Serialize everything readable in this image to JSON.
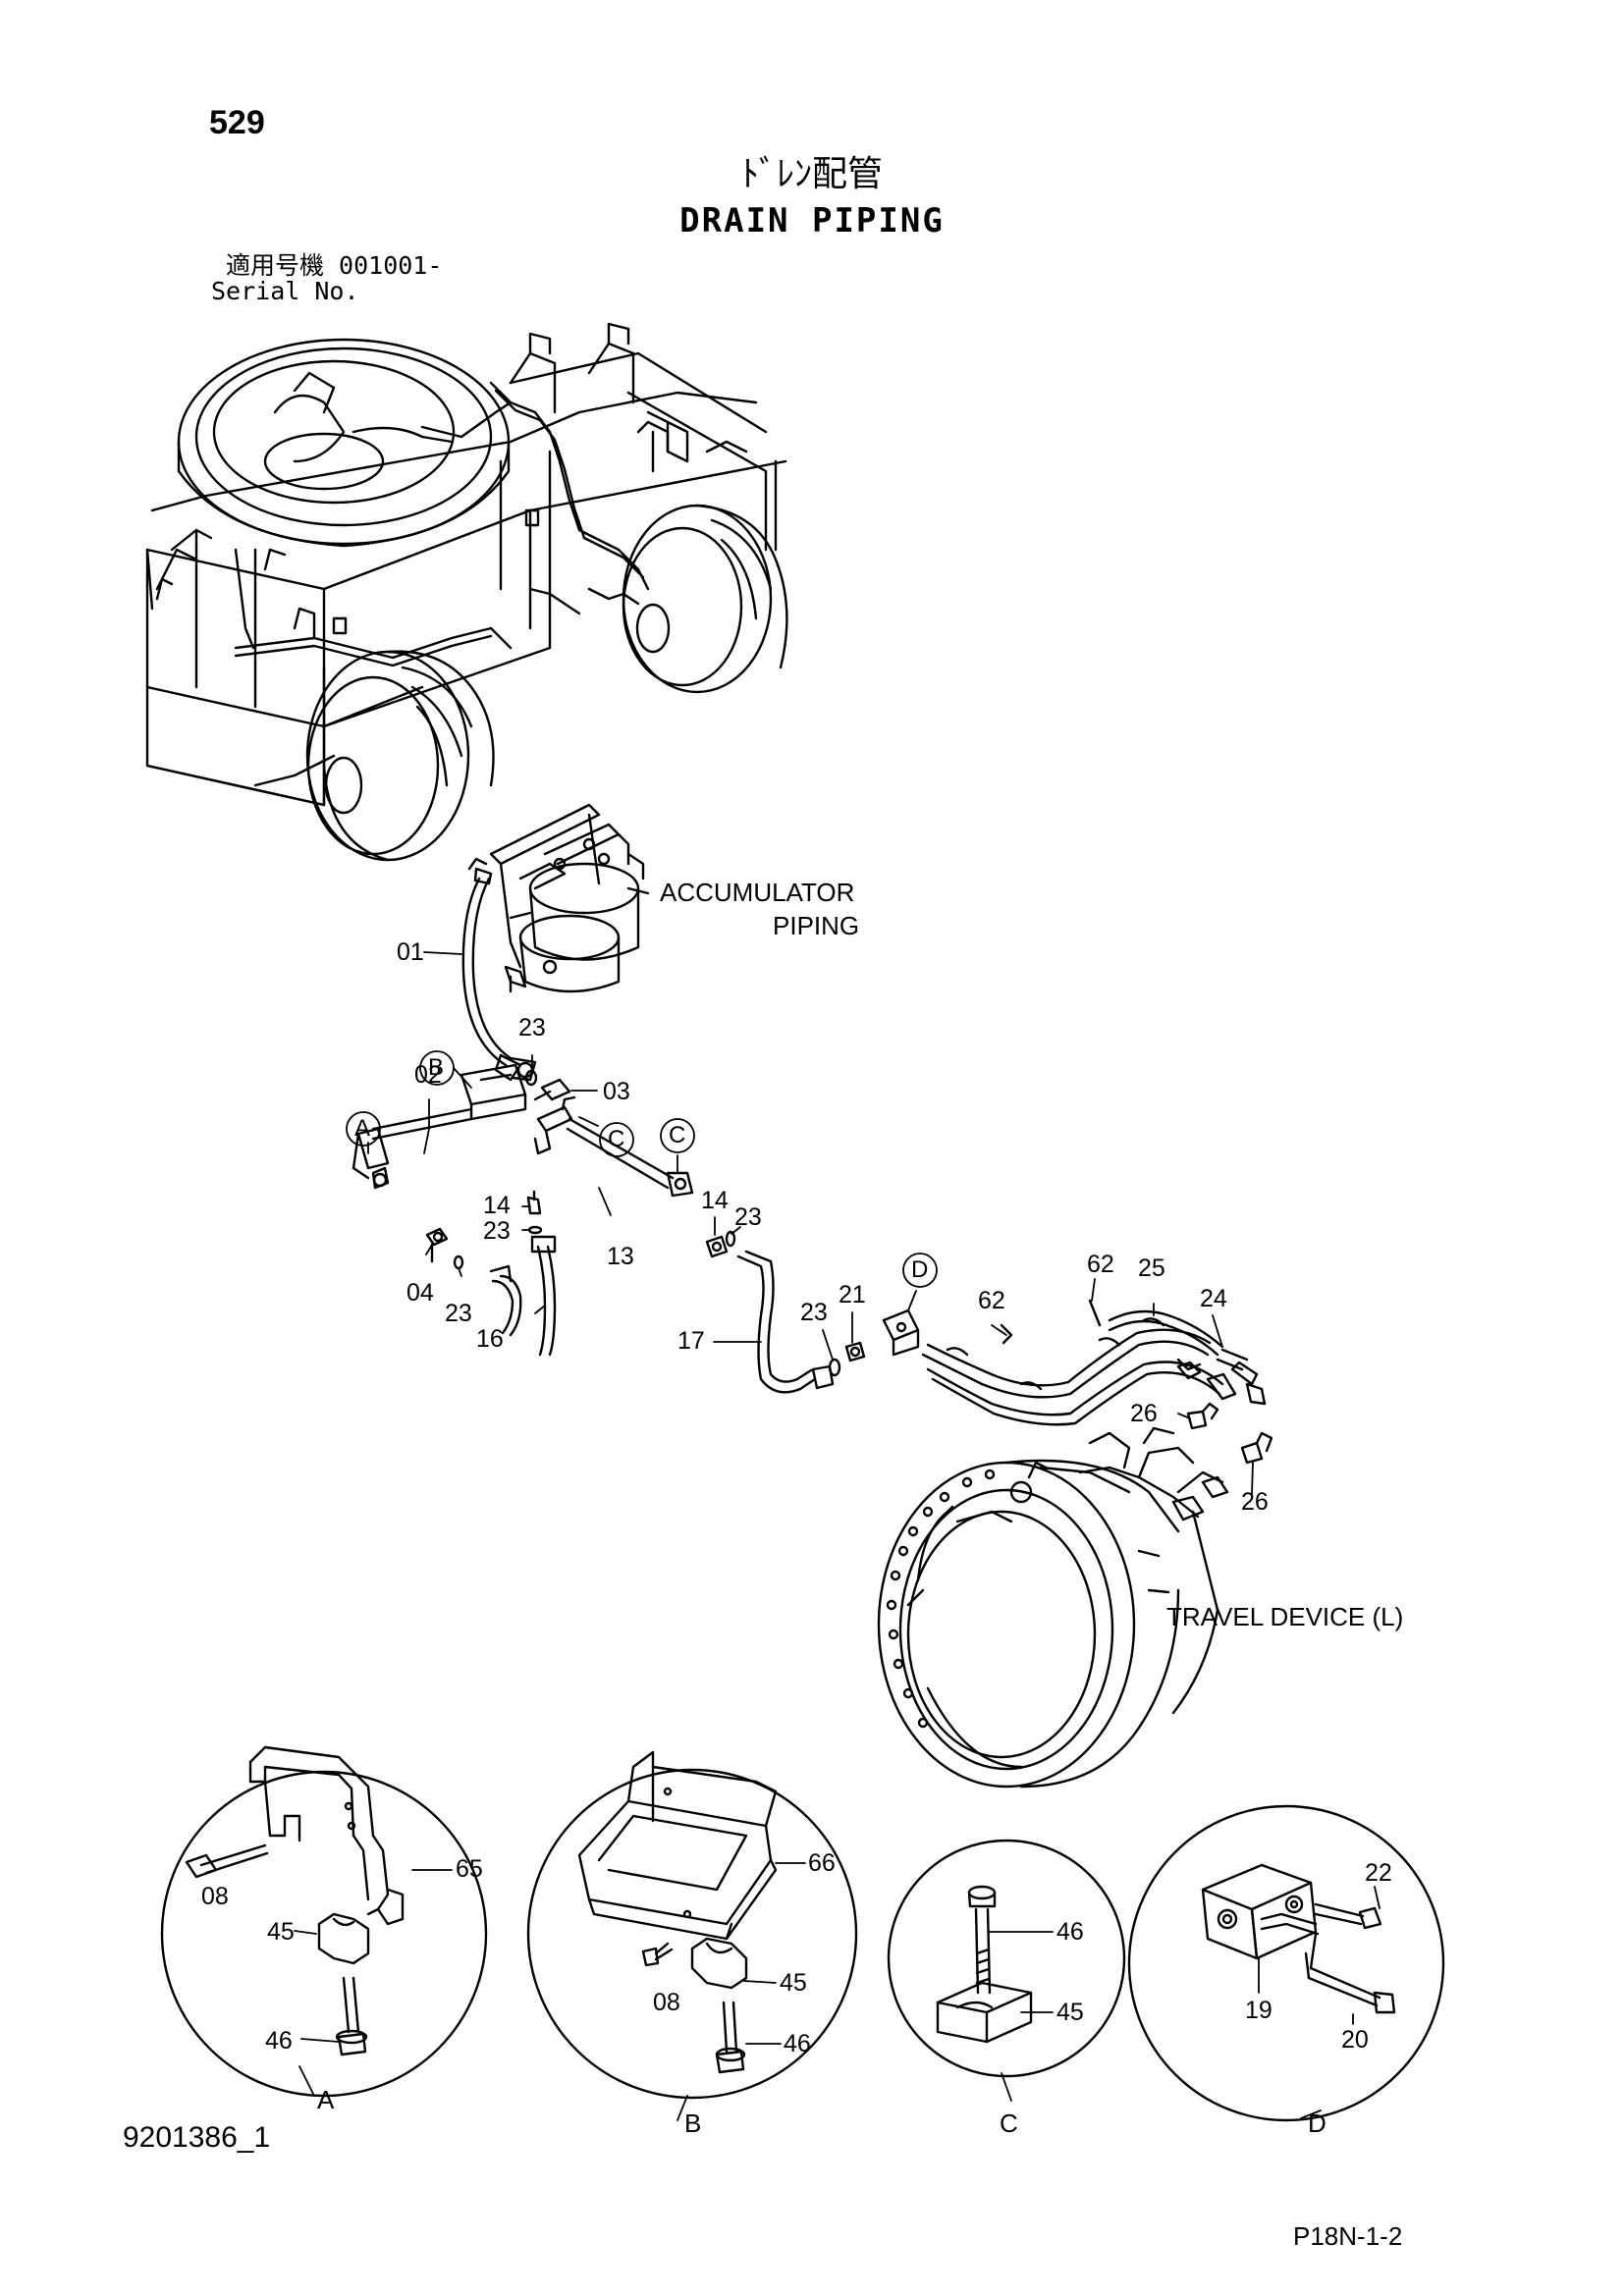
{
  "header": {
    "page_number": "529",
    "title_jp": "ﾄﾞﾚﾝ配管",
    "title_en": "DRAIN PIPING",
    "serial_label_jp": "適用号機  001001-",
    "serial_label_en": "Serial No."
  },
  "annotations": {
    "accumulator_line1": "ACCUMULATOR",
    "accumulator_line2": "PIPING",
    "travel_device": "TRAVEL DEVICE (L)"
  },
  "callouts": {
    "p01": "01",
    "p02": "02",
    "p03": "03",
    "p04": "04",
    "p13": "13",
    "p14a": "14",
    "p14b": "14",
    "p16": "16",
    "p17": "17",
    "p21": "21",
    "p23a": "23",
    "p23b": "23",
    "p23c": "23",
    "p23d": "23",
    "p23e": "23",
    "p24": "24",
    "p25": "25",
    "p26a": "26",
    "p26b": "26",
    "p62a": "62",
    "p62b": "62"
  },
  "view_markers": {
    "A": "A",
    "B": "B",
    "C1": "C",
    "C2": "C",
    "D": "D"
  },
  "details": {
    "A": {
      "label": "A",
      "parts": [
        "65",
        "08",
        "45",
        "46"
      ]
    },
    "B": {
      "label": "B",
      "parts": [
        "66",
        "08",
        "45",
        "46"
      ]
    },
    "C": {
      "label": "C",
      "parts": [
        "46",
        "45"
      ]
    },
    "D": {
      "label": "D",
      "parts": [
        "22",
        "19",
        "20"
      ]
    }
  },
  "footer": {
    "drawing_number": "9201386_1",
    "page_ref": "P18N-1-2"
  }
}
